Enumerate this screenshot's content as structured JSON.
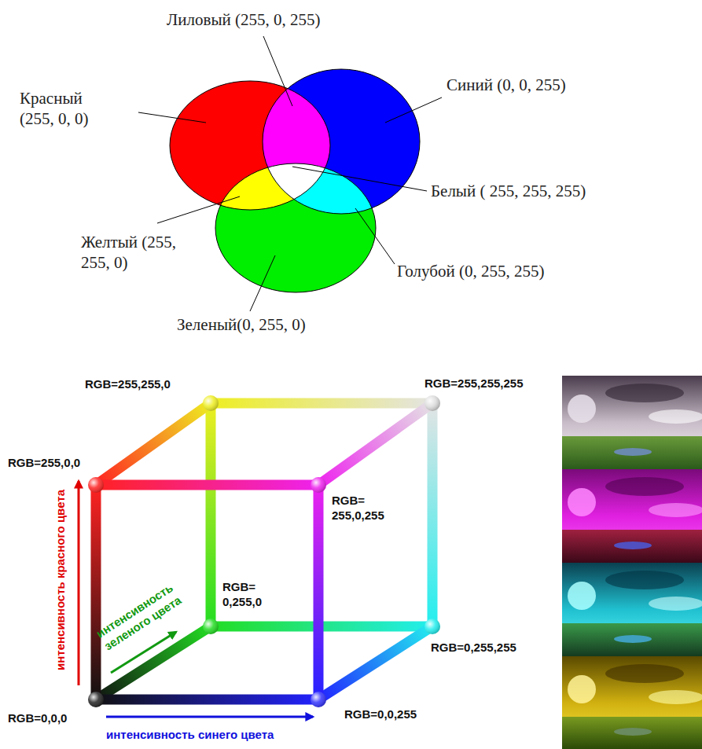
{
  "diagram": {
    "labels": [
      "Лиловый (255, 0, 255)",
      "Красный (255, 0, 0)",
      "Синий (0, 0, 255)",
      "Белый ( 255, 255, 255)",
      "Желтый (255, 255, 0)",
      "Голубой (0, 255, 255)",
      "Зеленый(0, 255, 0)",
      "RGB=255,255,0",
      "RGB=255,255,255",
      "RGB=255,0,0",
      "интенсивность красного цвета",
      "RGB= 255,0,255",
      "интенсивность зеленого цвета",
      "RGB= 0,255,0",
      "RGB=0,255,255",
      "RGB=0,0,0",
      "RGB=0,0,255",
      "интенсивность синего цвета"
    ]
  }
}
